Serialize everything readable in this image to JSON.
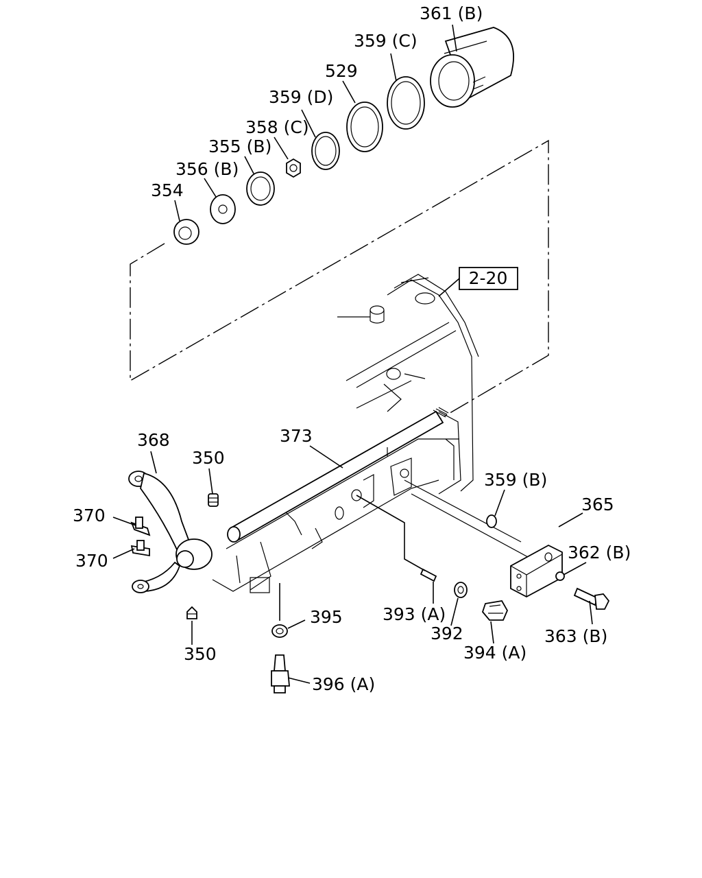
{
  "diagram": {
    "reference_box": "2-20",
    "callouts": [
      {
        "id": "c361b",
        "text": "361 (B)"
      },
      {
        "id": "c359c",
        "text": "359 (C)"
      },
      {
        "id": "c529",
        "text": "529"
      },
      {
        "id": "c359d",
        "text": "359 (D)"
      },
      {
        "id": "c358c",
        "text": "358 (C)"
      },
      {
        "id": "c355b",
        "text": "355 (B)"
      },
      {
        "id": "c356b",
        "text": "356 (B)"
      },
      {
        "id": "c354",
        "text": "354"
      },
      {
        "id": "c373",
        "text": "373"
      },
      {
        "id": "c368",
        "text": "368"
      },
      {
        "id": "c350a",
        "text": "350"
      },
      {
        "id": "c370a",
        "text": "370"
      },
      {
        "id": "c370b",
        "text": "370"
      },
      {
        "id": "c350b",
        "text": "350"
      },
      {
        "id": "c359b",
        "text": "359 (B)"
      },
      {
        "id": "c365",
        "text": "365"
      },
      {
        "id": "c362b",
        "text": "362 (B)"
      },
      {
        "id": "c363b",
        "text": "363 (B)"
      },
      {
        "id": "c395",
        "text": "395"
      },
      {
        "id": "c393a",
        "text": "393 (A)"
      },
      {
        "id": "c392",
        "text": "392"
      },
      {
        "id": "c394a",
        "text": "394 (A)"
      },
      {
        "id": "c396a",
        "text": "396 (A)"
      }
    ]
  }
}
